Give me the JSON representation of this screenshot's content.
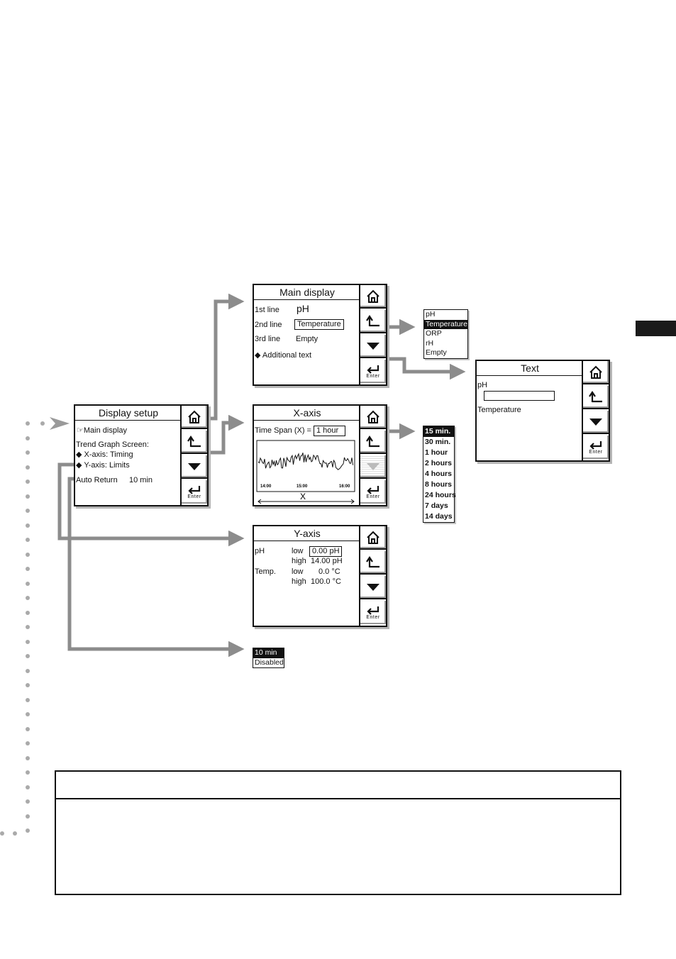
{
  "display_setup": {
    "title": "Display setup",
    "main_display": "Main display",
    "trend_graph": "Trend Graph Screen:",
    "x_axis": "X-axis: Timing",
    "y_axis": "Y-axis: Limits",
    "auto_return_label": "Auto Return",
    "auto_return_value": "10 min"
  },
  "main_display": {
    "title": "Main display",
    "line1_label": "1st line",
    "line1_value": "pH",
    "line2_label": "2nd line",
    "line2_value": "Temperature",
    "line3_label": "3rd line",
    "line3_value": "Empty",
    "additional_text": "Additional text"
  },
  "main_display_options": [
    "pH",
    "Temperature",
    "ORP",
    "rH",
    "Empty"
  ],
  "text_screen": {
    "title": "Text",
    "label1": "pH",
    "label2": "Temperature",
    "input_value": ""
  },
  "x_axis": {
    "title": "X-axis",
    "time_span_label": "Time Span (X) =",
    "time_span_value": "1 hour",
    "tick_labels": [
      "14:00",
      "15:00",
      "16:00"
    ],
    "axis_label": "X"
  },
  "time_span_options": [
    "15 min.",
    "30 min.",
    "1 hour",
    "2 hours",
    "4 hours",
    "8 hours",
    "24 hours",
    "7 days",
    "14 days"
  ],
  "y_axis": {
    "title": "Y-axis",
    "ph_label": "pH",
    "temp_label": "Temp.",
    "low_label": "low",
    "high_label": "high",
    "ph_low": "0.00 pH",
    "ph_high": "14.00 pH",
    "temp_low": "0.0 °C",
    "temp_high": "100.0 °C"
  },
  "auto_return_options": [
    "10 min",
    "Disabled"
  ],
  "buttons": {
    "enter_label": "Enter"
  },
  "colors": {
    "arrow": "#8c8c8c",
    "dots": "#aaaaaa",
    "frame": "#111111",
    "selected_bg": "#111111"
  }
}
